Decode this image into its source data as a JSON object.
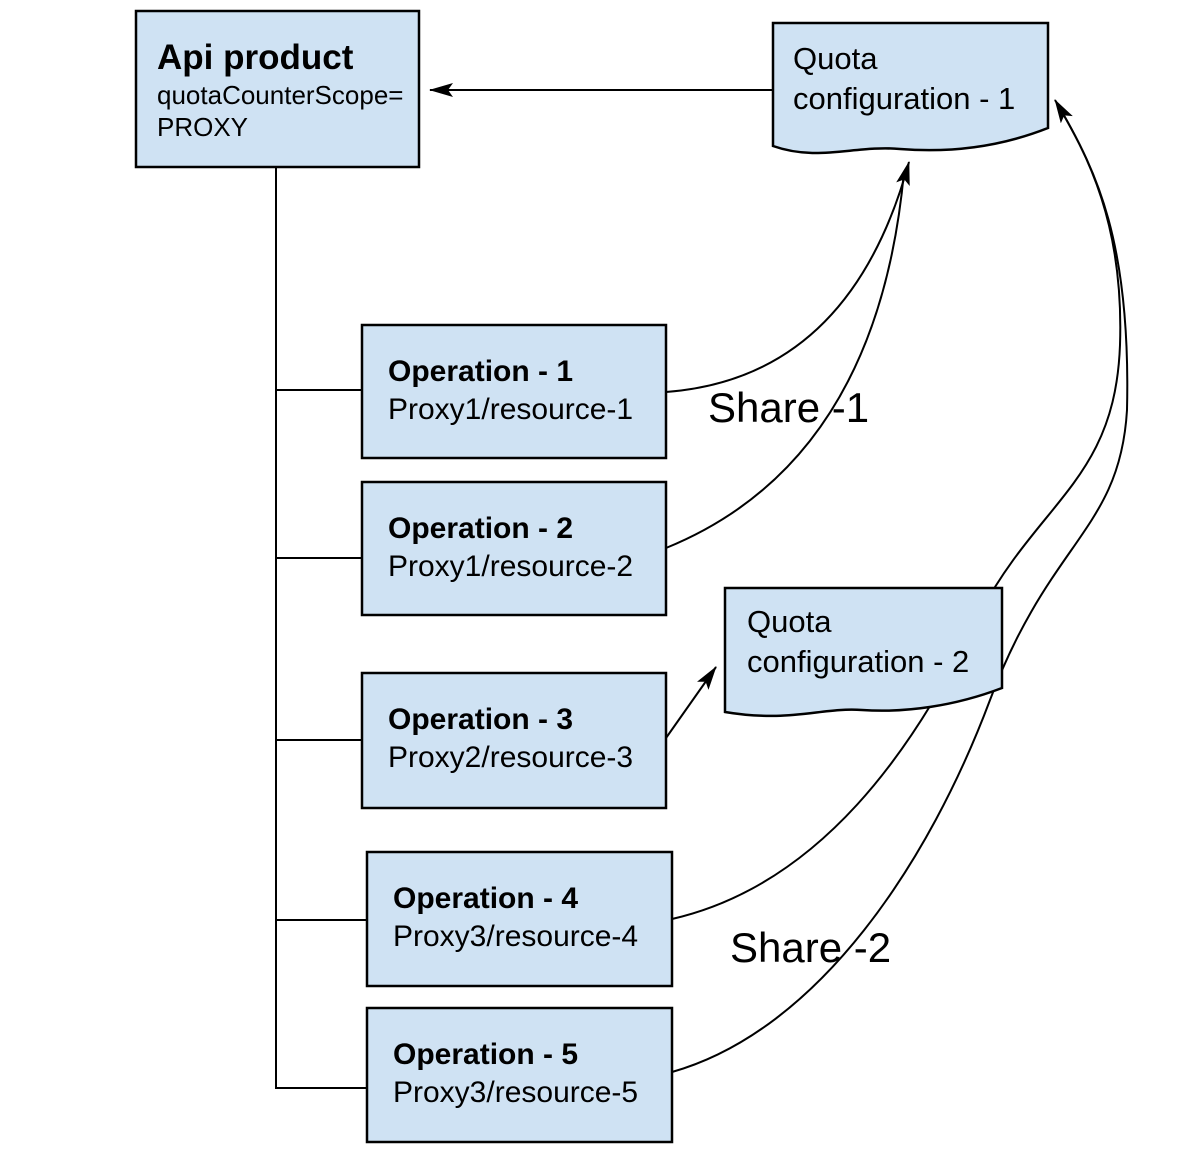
{
  "diagram": {
    "colors": {
      "node_fill": "#cfe2f3",
      "node_stroke": "#000000",
      "background": "#ffffff",
      "text": "#000000"
    },
    "api_product": {
      "title": "Api product",
      "scope_line1": "quotaCounterScope=",
      "scope_line2": "PROXY"
    },
    "quota_config_1": {
      "line1": "Quota",
      "line2": "configuration - 1"
    },
    "quota_config_2": {
      "line1": "Quota",
      "line2": "configuration - 2"
    },
    "operations": [
      {
        "title": "Operation - 1",
        "path": "Proxy1/resource-1"
      },
      {
        "title": "Operation - 2",
        "path": "Proxy1/resource-2"
      },
      {
        "title": "Operation - 3",
        "path": "Proxy2/resource-3"
      },
      {
        "title": "Operation - 4",
        "path": "Proxy3/resource-4"
      },
      {
        "title": "Operation - 5",
        "path": "Proxy3/resource-5"
      }
    ],
    "labels": {
      "share1": "Share -1",
      "share2": "Share -2"
    }
  }
}
